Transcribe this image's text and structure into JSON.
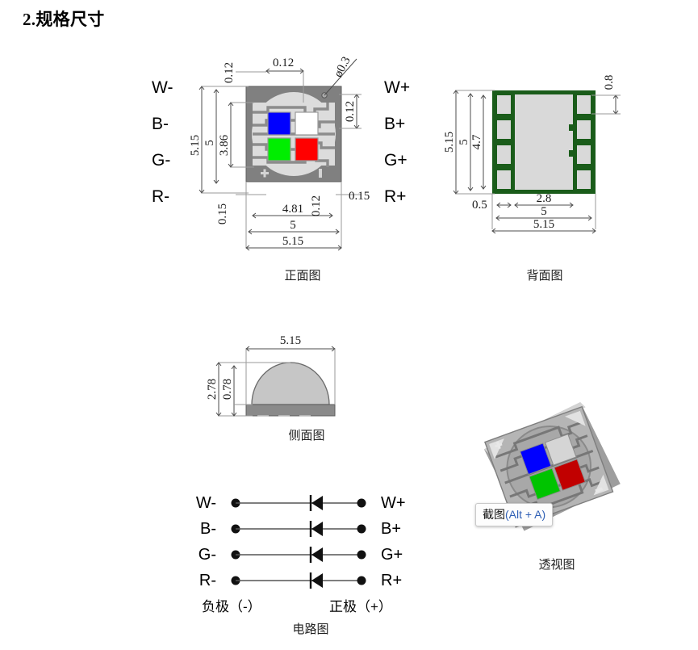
{
  "document": {
    "title": "2.规格尺寸"
  },
  "front_view": {
    "caption": "正面图",
    "pins_left": [
      "W-",
      "B-",
      "G-",
      "R-"
    ],
    "pins_right": [
      "W+",
      "B+",
      "G+",
      "R+"
    ],
    "dimensions": {
      "overall_height": "5.15",
      "body_height": "5",
      "inner_height": "3.86",
      "top_gap": "0.12",
      "top_trace": "0.12",
      "right_trace": "0.12",
      "bottom_gap": "0.15",
      "bottom_trace": "0.12",
      "bottom_right": "0.15",
      "inner_width": "4.81",
      "body_width": "5",
      "overall_width": "5.15",
      "hole_diameter": "ø0.3"
    },
    "dies": [
      {
        "name": "blue-die",
        "color": "#0000ff"
      },
      {
        "name": "white-die",
        "color": "#ffffff"
      },
      {
        "name": "green-die",
        "color": "#00ee00"
      },
      {
        "name": "red-die",
        "color": "#ff0000"
      }
    ],
    "colors": {
      "body": "#808080",
      "pad": "#dcdcdc",
      "trace": "#8c8c8c"
    }
  },
  "back_view": {
    "caption": "背面图",
    "dimensions": {
      "overall_height": "5.15",
      "body_height": "5",
      "pad_span": "4.7",
      "pad_height": "0.8",
      "pad_width": "0.5",
      "center_pad": "2.8",
      "body_width": "5",
      "overall_width": "5.15"
    },
    "colors": {
      "pcb": "#1a5c1a",
      "pad": "#d9d9d9"
    }
  },
  "side_view": {
    "caption": "侧面图",
    "dimensions": {
      "width": "5.15",
      "total_height": "2.78",
      "base_height": "0.78"
    },
    "colors": {
      "lens": "#c6c6c6",
      "base": "#8a8a8a"
    }
  },
  "perspective_view": {
    "caption": "透视图",
    "tooltip": {
      "label": "截图",
      "shortcut": "(Alt + A)"
    }
  },
  "circuit_view": {
    "caption": "电路图",
    "rows": [
      {
        "left": "W-",
        "right": "W+"
      },
      {
        "left": "B-",
        "right": "B+"
      },
      {
        "left": "G-",
        "right": "G+"
      },
      {
        "left": "R-",
        "right": "R+"
      }
    ],
    "polarity_left": "负极（-）",
    "polarity_right": "正极（+）"
  }
}
